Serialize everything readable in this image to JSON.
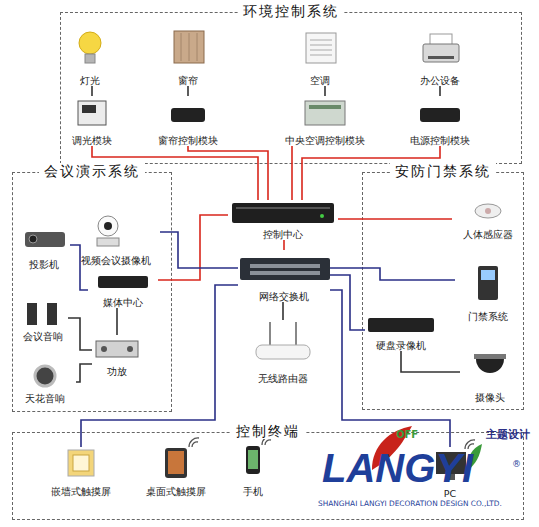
{
  "diagram": {
    "nodes": [
      {
        "text": [
          "环境控制系统"
        ]
      },
      {
        "text": [
          "灯光"
        ],
        "in": 0
      },
      {
        "text": [
          "窗帘"
        ],
        "in": 0
      },
      {
        "text": [
          "空调"
        ],
        "in": 0
      },
      {
        "text": [
          "办公设备"
        ],
        "in": 0
      },
      {
        "text": [
          "调光模块"
        ],
        "in": 0
      },
      {
        "text": [
          "窗帘控制模块"
        ],
        "in": 0
      },
      {
        "text": [
          "中央空调控制模块"
        ],
        "in": 0
      },
      {
        "text": [
          "电源控制模块"
        ],
        "in": 0
      },
      {
        "text": [
          "会议演示系统"
        ]
      },
      {
        "text": [
          "投影机"
        ],
        "in": 9
      },
      {
        "text": [
          "视频会议摄像机"
        ],
        "in": 9
      },
      {
        "text": [
          "媒体中心"
        ],
        "in": 9
      },
      {
        "text": [
          "会议音响"
        ],
        "in": 9
      },
      {
        "text": [
          "功放"
        ],
        "in": 9
      },
      {
        "text": [
          "天花音响"
        ],
        "in": 9
      },
      {
        "text": [
          "控制中心"
        ]
      },
      {
        "text": [
          "网络交换机"
        ]
      },
      {
        "text": [
          "无线路由器"
        ]
      },
      {
        "text": [
          "安防门禁系统"
        ]
      },
      {
        "text": [
          "人体感应器"
        ],
        "in": 19
      },
      {
        "text": [
          "门禁系统"
        ],
        "in": 19
      },
      {
        "text": [
          "硬盘录像机"
        ],
        "in": 19
      },
      {
        "text": [
          "摄像头"
        ],
        "in": 19
      },
      {
        "text": [
          "控制终端"
        ]
      },
      {
        "text": [
          "嵌墙式触摸屏"
        ],
        "in": 24
      },
      {
        "text": [
          "桌面式触摸屏"
        ],
        "in": 24
      },
      {
        "text": [
          "手机"
        ],
        "in": 24
      },
      {
        "text": [
          "PC"
        ],
        "in": 24
      }
    ],
    "edges": [
      {
        "from": 1,
        "to": 5,
        "arrow": "none"
      },
      {
        "from": 2,
        "to": 6,
        "arrow": "none"
      },
      {
        "from": 3,
        "to": 7,
        "arrow": "none"
      },
      {
        "from": 4,
        "to": 8,
        "arrow": "none"
      },
      {
        "from": 5,
        "to": 16,
        "arrow": "none"
      },
      {
        "from": 6,
        "to": 16,
        "arrow": "none"
      },
      {
        "from": 7,
        "to": 16,
        "arrow": "none"
      },
      {
        "from": 8,
        "to": 16,
        "arrow": "none"
      },
      {
        "from": 16,
        "to": 20,
        "arrow": "none"
      },
      {
        "from": 16,
        "to": 12,
        "arrow": "none"
      },
      {
        "from": 16,
        "to": 17,
        "arrow": "none"
      },
      {
        "from": 17,
        "to": 11,
        "arrow": "none"
      },
      {
        "from": 17,
        "to": 21,
        "arrow": "none"
      },
      {
        "from": 17,
        "to": 22,
        "arrow": "none"
      },
      {
        "from": 22,
        "to": 23,
        "arrow": "none"
      },
      {
        "from": 17,
        "to": 18,
        "arrow": "none"
      },
      {
        "from": 17,
        "to": 25,
        "arrow": "none"
      },
      {
        "from": 17,
        "to": 28,
        "arrow": "none"
      },
      {
        "from": 12,
        "to": 10,
        "arrow": "none"
      },
      {
        "from": 12,
        "to": 14,
        "arrow": "none"
      },
      {
        "from": 14,
        "to": 13,
        "arrow": "none"
      },
      {
        "from": 14,
        "to": 15,
        "arrow": "none"
      }
    ],
    "labels": [
      "OFF",
      "主题设计",
      "LANGYI",
      "®",
      "SHANGHAI LANGYI DECORATION DESIGN CO.,LTD."
    ]
  }
}
